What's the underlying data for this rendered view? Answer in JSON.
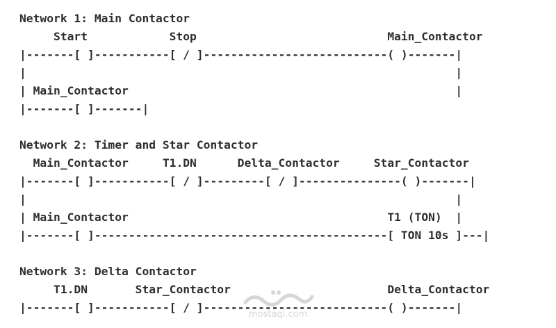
{
  "document": {
    "lines": [
      "Network 1: Main Contactor",
      "     Start            Stop                            Main_Contactor",
      "|-------[ ]-----------[ / ]---------------------------( )-------|",
      "|                                                               |",
      "| Main_Contactor                                                |",
      "|-------[ ]-------|",
      "",
      "Network 2: Timer and Star Contactor",
      "  Main_Contactor     T1.DN      Delta_Contactor     Star_Contactor",
      "|-------[ ]-----------[ / ]---------[ / ]---------------( )-------|",
      "|                                                               |",
      "| Main_Contactor                                      T1 (TON)  |",
      "|-------[ ]-------------------------------------------[ TON 10s ]---|",
      "",
      "Network 3: Delta Contactor",
      "     T1.DN       Star_Contactor                       Delta_Contactor",
      "|-------[ ]-----------[ / ]---------------------------( )-------|"
    ]
  },
  "watermark": {
    "brand": "mostaql.com",
    "icon": "mostaql-logo-icon"
  }
}
